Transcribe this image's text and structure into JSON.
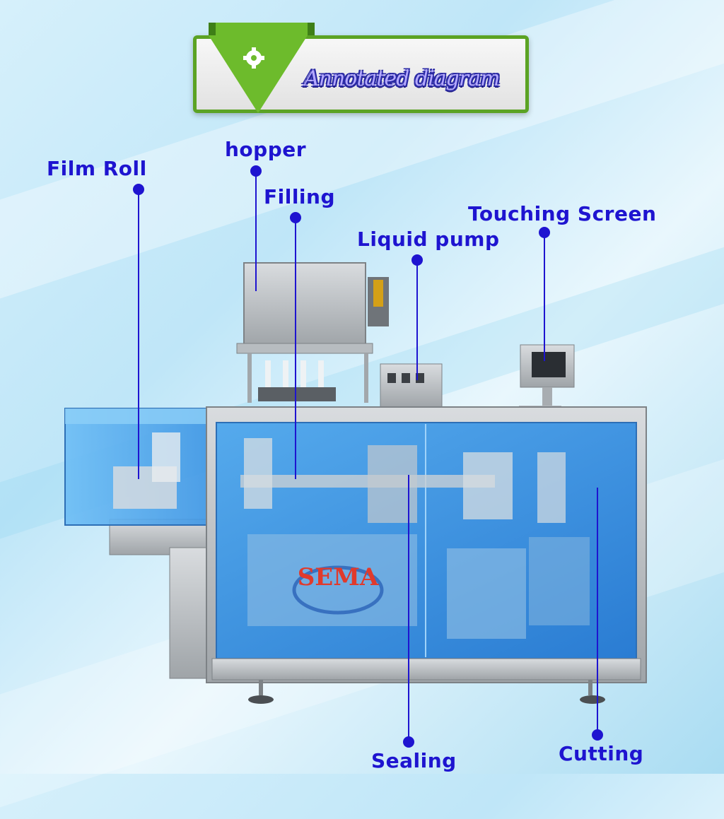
{
  "header": {
    "title": "Annotated diagram",
    "icon": "gear-icon"
  },
  "brand": {
    "logo_text": "SEMA"
  },
  "labels": {
    "film_roll": "Film Roll",
    "hopper": "hopper",
    "filling": "Filling",
    "liquid_pump": "Liquid pump",
    "touching_screen": "Touching Screen",
    "sealing": "Sealing",
    "cutting": "Cutting"
  },
  "colors": {
    "label_blue": "#1e14d0",
    "banner_green": "#5ba324",
    "glass_blue": "#2f8fe6"
  }
}
